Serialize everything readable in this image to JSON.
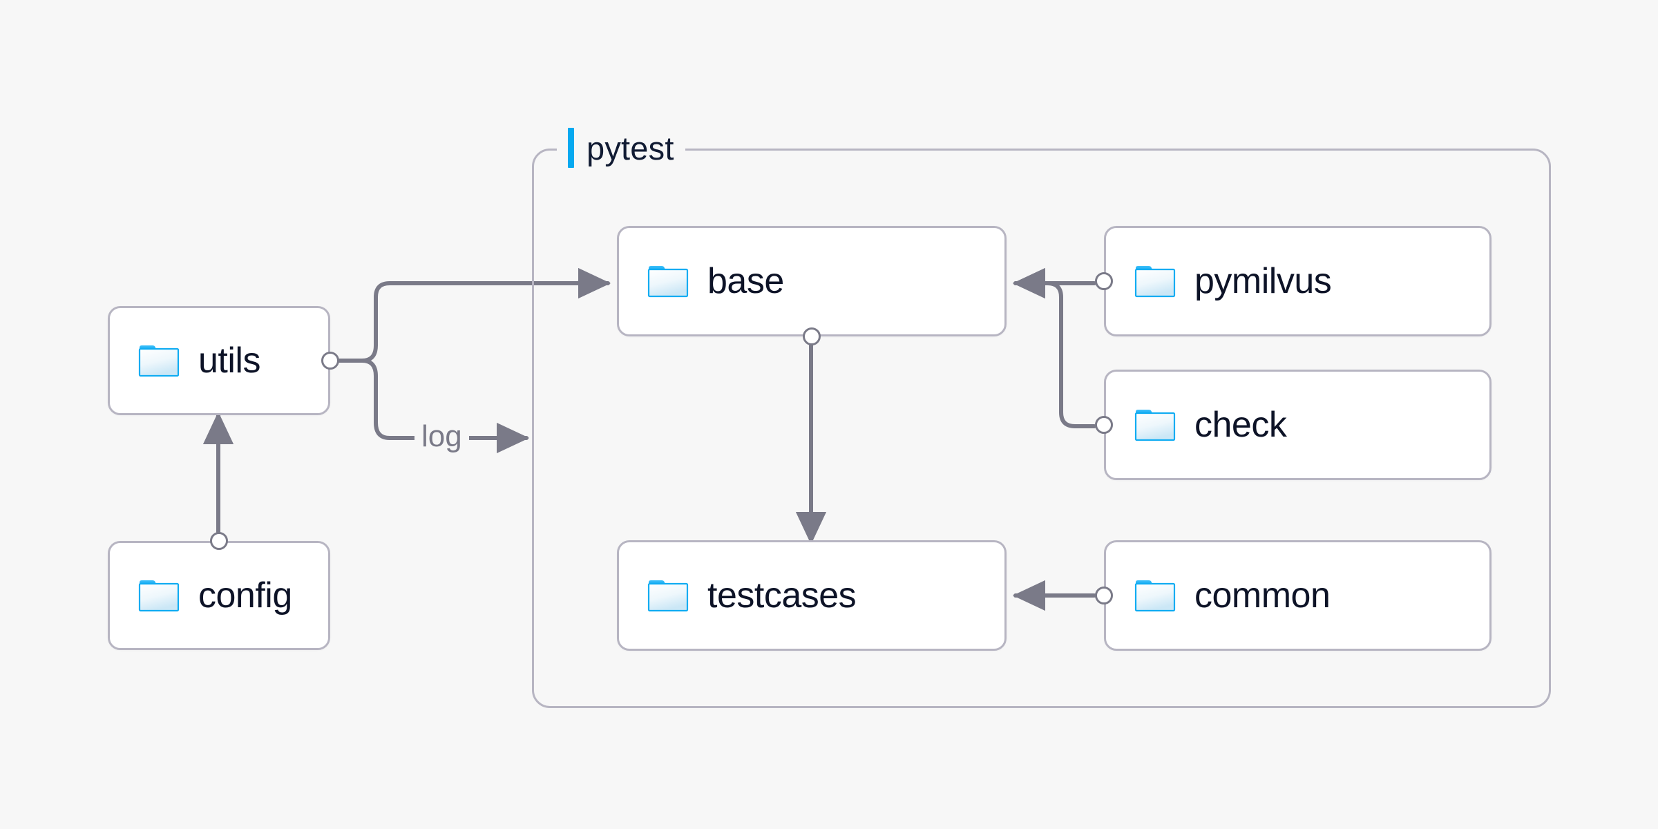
{
  "canvas": {
    "background_color": "#f7f7f7",
    "edge_color": "#7a7a88",
    "node_border_color": "#b7b5c2",
    "node_fill_color": "#ffffff",
    "label_text_color": "#0d1327",
    "accent_color": "#06a9f0"
  },
  "group": {
    "label": "pytest",
    "accent_color": "#06a9f0"
  },
  "nodes": [
    {
      "id": "utils",
      "label": "utils",
      "icon": "folder-icon"
    },
    {
      "id": "config",
      "label": "config",
      "icon": "folder-icon"
    },
    {
      "id": "base",
      "label": "base",
      "icon": "folder-icon"
    },
    {
      "id": "testcases",
      "label": "testcases",
      "icon": "folder-icon"
    },
    {
      "id": "pymilvus",
      "label": "pymilvus",
      "icon": "folder-icon"
    },
    {
      "id": "check",
      "label": "check",
      "icon": "folder-icon"
    },
    {
      "id": "common",
      "label": "common",
      "icon": "folder-icon"
    }
  ],
  "edges": [
    {
      "id": "utils-base",
      "from": "utils",
      "to": "base",
      "label": ""
    },
    {
      "id": "utils-log",
      "from": "utils",
      "to": "pytest",
      "label": "log"
    },
    {
      "id": "config-utils",
      "from": "config",
      "to": "utils",
      "label": ""
    },
    {
      "id": "base-testcases",
      "from": "base",
      "to": "testcases",
      "label": ""
    },
    {
      "id": "pymilvus-base",
      "from": "pymilvus",
      "to": "base",
      "label": ""
    },
    {
      "id": "check-base",
      "from": "check",
      "to": "base",
      "label": ""
    },
    {
      "id": "common-testcases",
      "from": "common",
      "to": "testcases",
      "label": ""
    }
  ]
}
